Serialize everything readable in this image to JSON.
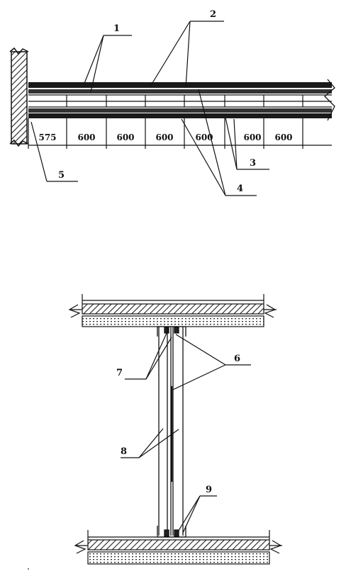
{
  "figure_top": {
    "dimensions": [
      "575",
      "600",
      "600",
      "600",
      "600",
      "600",
      "600"
    ],
    "callouts": [
      "1",
      "2",
      "3",
      "4",
      "5"
    ]
  },
  "figure_bottom": {
    "callouts": [
      "6",
      "7",
      "8",
      "9"
    ]
  }
}
